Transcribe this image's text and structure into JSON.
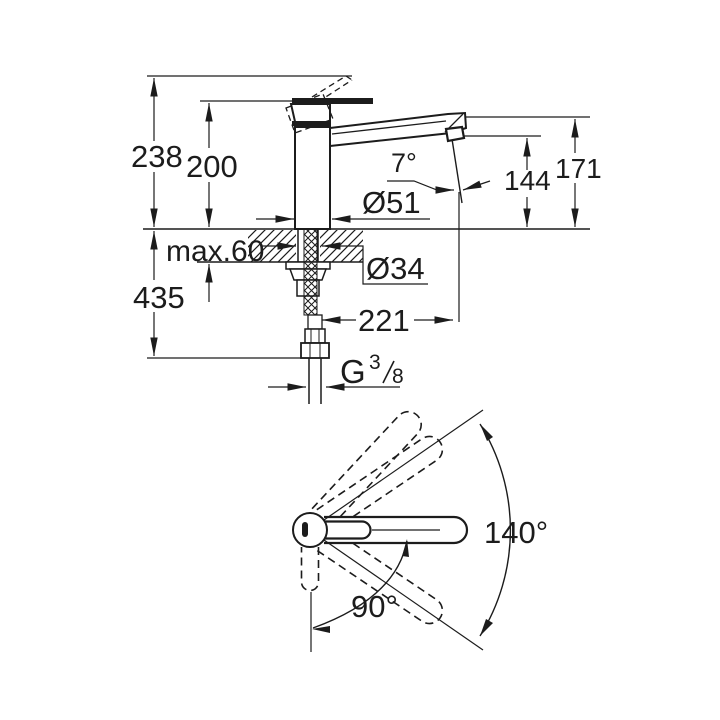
{
  "colors": {
    "line": "#1c1c1c",
    "background": "#ffffff"
  },
  "side_view": {
    "total_height": "238",
    "body_height": "200",
    "below_counter": "435",
    "counter_thickness": "max.60",
    "base_diameter": "Ø51",
    "hole_diameter": "Ø34",
    "spout_reach": "221",
    "spout_angle": "7°",
    "outlet_height": "144",
    "spout_height": "171",
    "thread": {
      "prefix": "G",
      "numerator": "3",
      "denominator": "8"
    }
  },
  "top_view": {
    "spout_swivel": "140°",
    "lever_swivel": "90°"
  }
}
